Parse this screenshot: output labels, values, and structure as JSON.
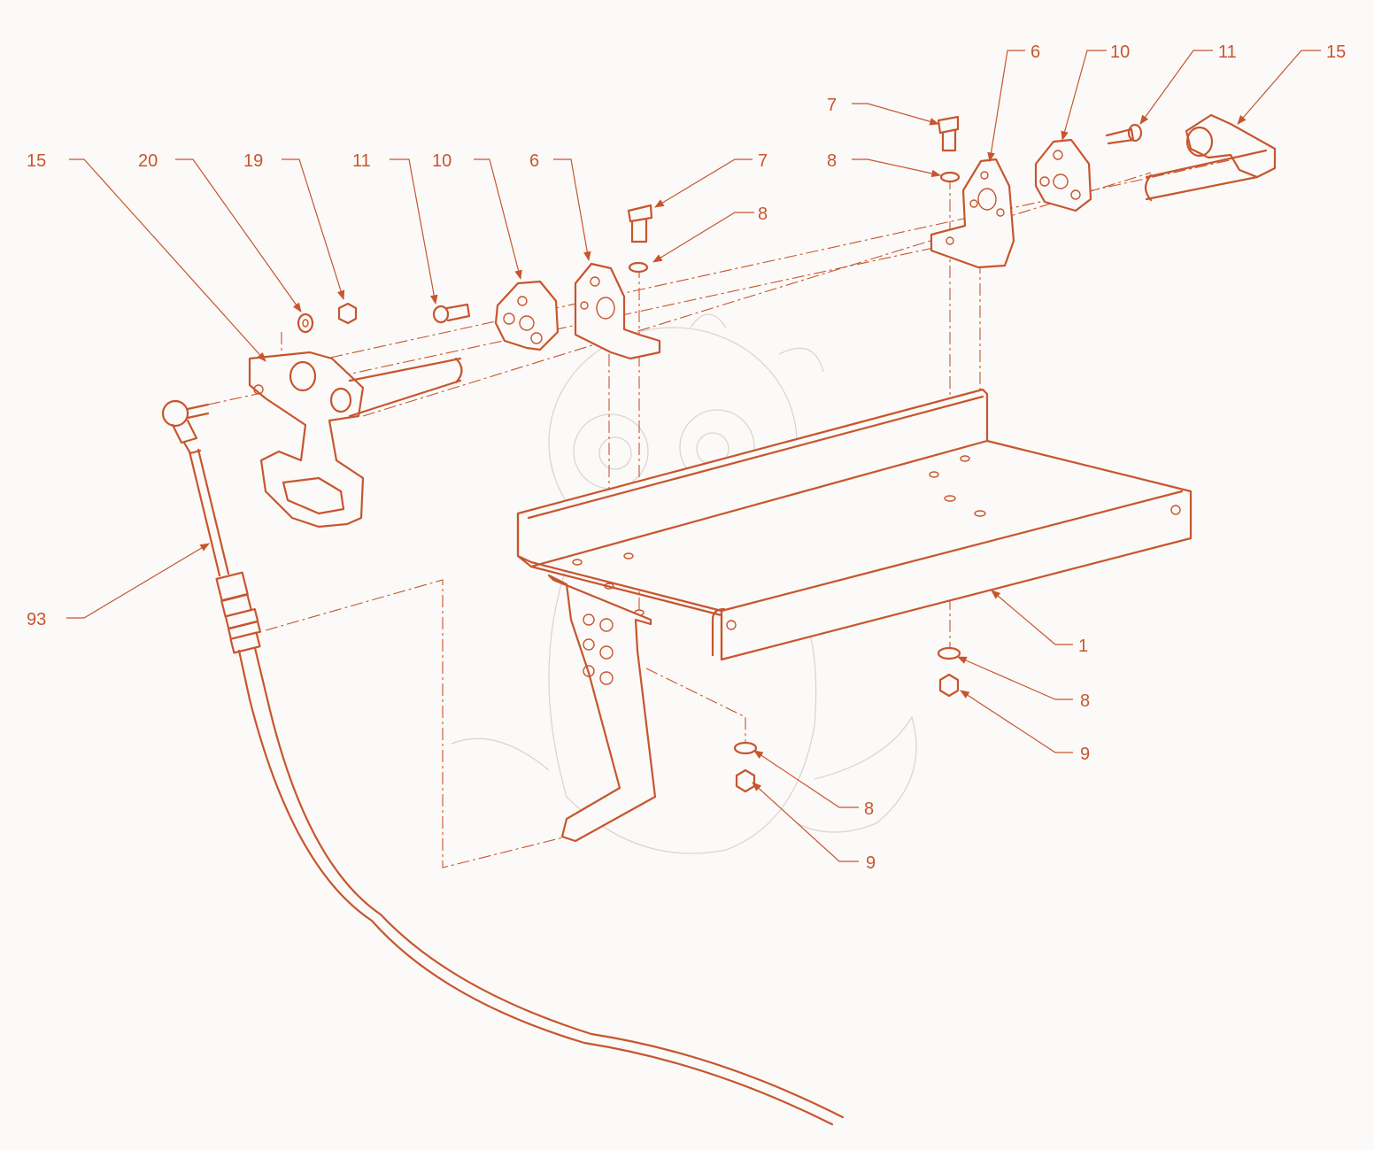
{
  "colors": {
    "line": "#c8552e",
    "watermark": "#d9d6d2",
    "background": "#fbfaf8"
  },
  "callouts": [
    {
      "id": "c15a",
      "label": "15"
    },
    {
      "id": "c20",
      "label": "20"
    },
    {
      "id": "c19",
      "label": "19"
    },
    {
      "id": "c11a",
      "label": "11"
    },
    {
      "id": "c10a",
      "label": "10"
    },
    {
      "id": "c6a",
      "label": "6"
    },
    {
      "id": "c7a",
      "label": "7"
    },
    {
      "id": "c8a",
      "label": "8"
    },
    {
      "id": "c7b",
      "label": "7"
    },
    {
      "id": "c8b",
      "label": "8"
    },
    {
      "id": "c6b",
      "label": "6"
    },
    {
      "id": "c10b",
      "label": "10"
    },
    {
      "id": "c11b",
      "label": "11"
    },
    {
      "id": "c15b",
      "label": "15"
    },
    {
      "id": "c93",
      "label": "93"
    },
    {
      "id": "c1",
      "label": "1"
    },
    {
      "id": "c8c",
      "label": "8"
    },
    {
      "id": "c9a",
      "label": "9"
    },
    {
      "id": "c8d",
      "label": "8"
    },
    {
      "id": "c9b",
      "label": "9"
    }
  ]
}
